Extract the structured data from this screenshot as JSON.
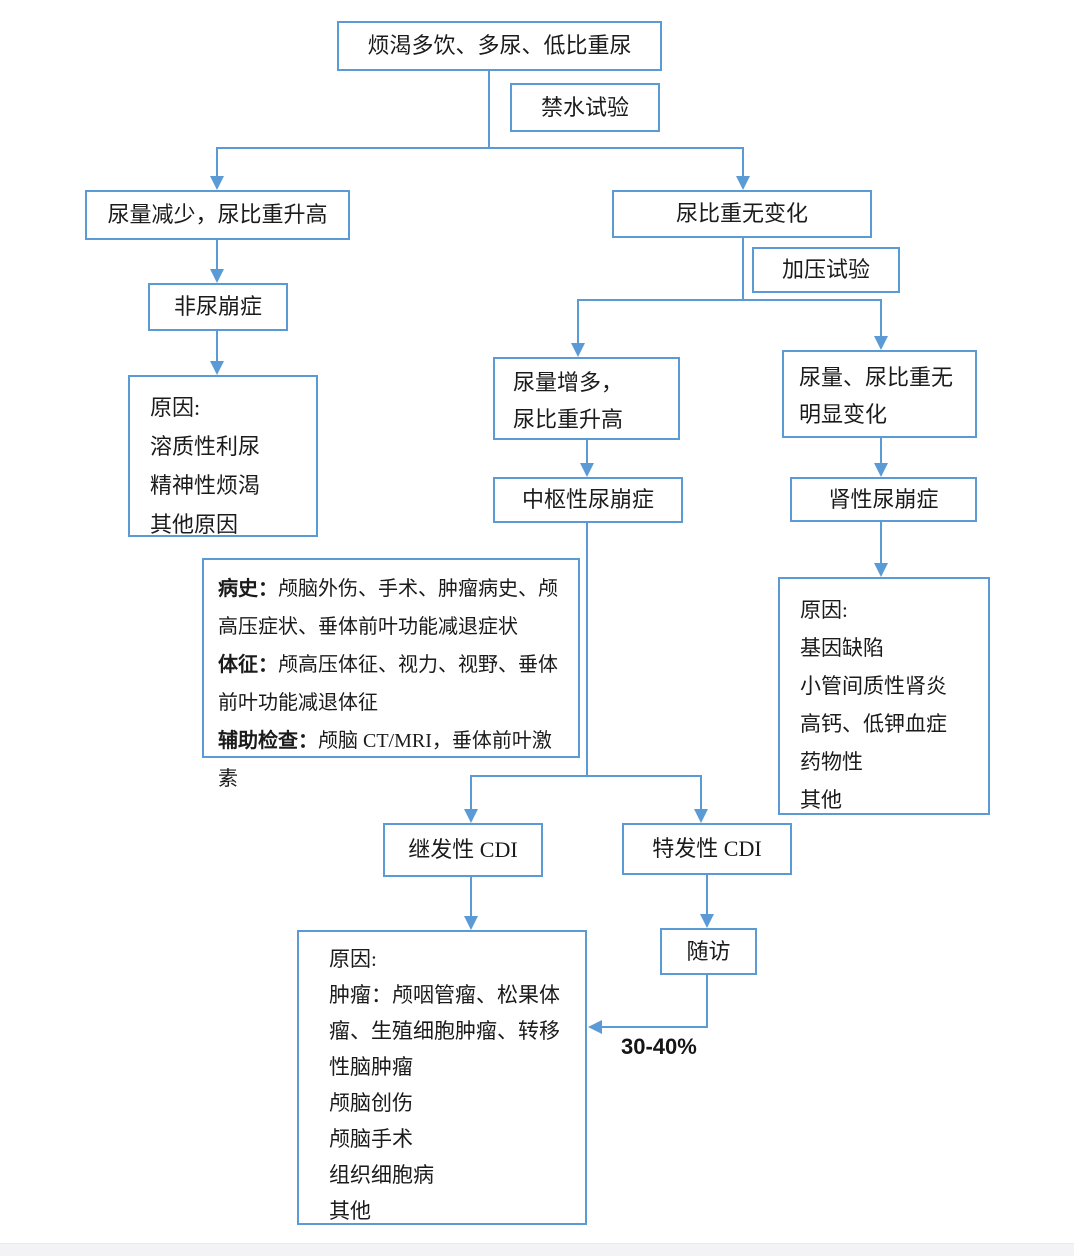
{
  "colors": {
    "accent_blue": "#5b9bd5",
    "text": "#1b1b1b",
    "background": "#ffffff",
    "footer_strip": "#f3f3f5"
  },
  "nodes": {
    "symptoms": {
      "label": "烦渴多饮、多尿、低比重尿"
    },
    "water_deprivation_test": {
      "label": "禁水试验"
    },
    "urine_reduced": {
      "label": "尿量减少，尿比重升高"
    },
    "non_di": {
      "label": "非尿崩症"
    },
    "non_di_causes": {
      "lines": [
        "原因:",
        "溶质性利尿",
        "精神性烦渴",
        "其他原因"
      ]
    },
    "sg_no_change": {
      "label": "尿比重无变化"
    },
    "pressure_test": {
      "label": "加压试验"
    },
    "urine_increased": {
      "lines": [
        "尿量增多，",
        "尿比重升高"
      ]
    },
    "central_di": {
      "label": "中枢性尿崩症"
    },
    "no_obvious_change": {
      "lines": [
        "尿量、尿比重无",
        "明显变化"
      ]
    },
    "nephrogenic_di": {
      "label": "肾性尿崩症"
    },
    "nephrogenic_causes": {
      "lines": [
        "原因:",
        "基因缺陷",
        "小管间质性肾炎",
        "高钙、低钾血症",
        "药物性",
        "其他"
      ]
    },
    "workup": {
      "sections": [
        {
          "label": "病史：",
          "text": "颅脑外伤、手术、肿瘤病史、颅高压症状、垂体前叶功能减退症状"
        },
        {
          "label": "体征：",
          "text": "颅高压体征、视力、视野、垂体前叶功能减退体征"
        },
        {
          "label": "辅助检查：",
          "text": "颅脑 CT/MRI，垂体前叶激素"
        }
      ]
    },
    "secondary_cdi": {
      "label": "继发性 CDI"
    },
    "idiopathic_cdi": {
      "label": "特发性 CDI"
    },
    "followup": {
      "label": "随访"
    },
    "followup_percent": "30-40%",
    "secondary_causes": {
      "lines": [
        "原因:",
        "肿瘤：颅咽管瘤、松果体瘤、生殖细胞肿瘤、转移性脑肿瘤",
        "颅脑创伤",
        "颅脑手术",
        "组织细胞病",
        "其他"
      ]
    }
  }
}
